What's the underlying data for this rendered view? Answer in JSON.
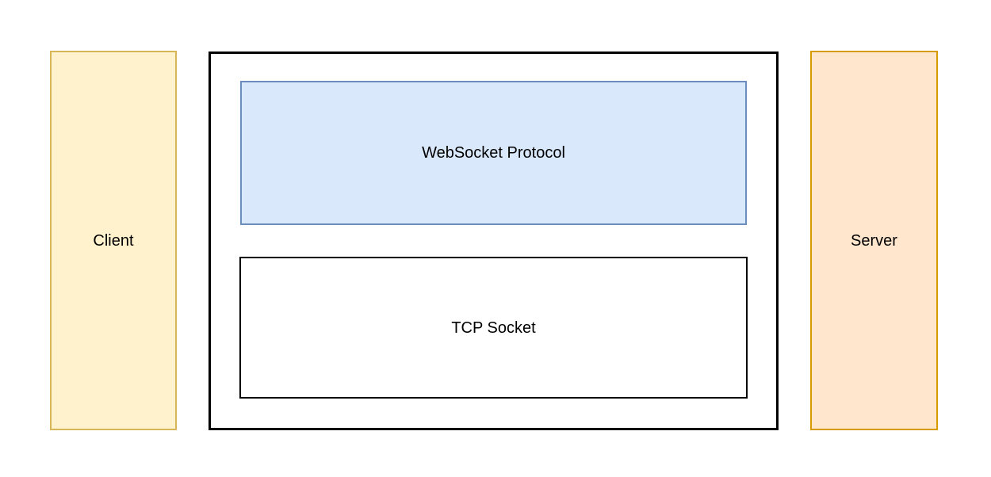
{
  "diagram": {
    "type": "architecture-diagram",
    "background_color": "#FFFFFF",
    "text_color": "#000000",
    "client": {
      "label": "Client",
      "fill": "#FFF2CC",
      "border_color": "#D6B656"
    },
    "server": {
      "label": "Server",
      "fill": "#FFE6CC",
      "border_color": "#D79B00"
    },
    "protocol_stack": {
      "container_border_color": "#000000",
      "container_fill": "#FFFFFF",
      "websocket_box": {
        "label": "WebSocket Protocol",
        "fill": "#DAE8FC",
        "border_color": "#6C8EBF"
      },
      "tcp_box": {
        "label": "TCP Socket",
        "fill": "#FFFFFF",
        "border_color": "#000000"
      }
    }
  }
}
